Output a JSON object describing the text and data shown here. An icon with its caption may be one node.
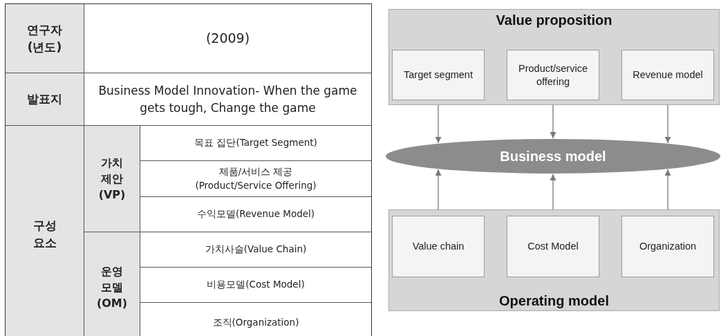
{
  "diagram": {
    "nodes": [
      {
        "text": [
          "Value proposition"
        ]
      },
      {
        "text": [
          "Target segment"
        ],
        "in": 0
      },
      {
        "text": [
          "Product/service offering"
        ],
        "in": 0
      },
      {
        "text": [
          "Revenue model"
        ],
        "in": 0
      },
      {
        "text": [
          "Business model"
        ]
      },
      {
        "text": [
          "Operating model"
        ]
      },
      {
        "text": [
          "Value chain"
        ],
        "in": 5
      },
      {
        "text": [
          "Cost Model"
        ],
        "in": 5
      },
      {
        "text": [
          "Organization"
        ],
        "in": 5
      }
    ],
    "edges": [
      {
        "from": 1,
        "to": 4,
        "arrow": "to"
      },
      {
        "from": 2,
        "to": 4,
        "arrow": "to"
      },
      {
        "from": 3,
        "to": 4,
        "arrow": "to"
      },
      {
        "from": 6,
        "to": 4,
        "arrow": "to"
      },
      {
        "from": 7,
        "to": 4,
        "arrow": "to"
      },
      {
        "from": 8,
        "to": 4,
        "arrow": "to"
      }
    ],
    "labels": [
      "연구자 (년도)",
      "(2009)",
      "발표지",
      "Business Model Innovation- When the game gets tough, Change the game",
      "구성 요소",
      "가치 제안 (VP)",
      "목표 집단(Target Segment)",
      "제품/서비스 제공 (Product/Service Offering)",
      "수익모델(Revenue Model)",
      "운영 모델 (OM)",
      "가치사슬(Value Chain)",
      "비용모델(Cost Model)",
      "조직(Organization)"
    ]
  }
}
